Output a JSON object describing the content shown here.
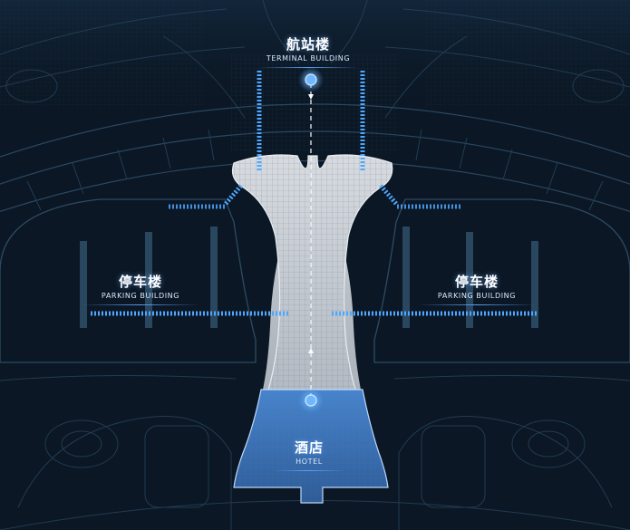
{
  "labels": {
    "terminal": {
      "zh": "航站楼",
      "en": "TERMINAL BUILDING"
    },
    "parking_left": {
      "zh": "停车楼",
      "en": "PARKING BUILDING"
    },
    "parking_right": {
      "zh": "停车楼",
      "en": "PARKING BUILDING"
    },
    "hotel": {
      "zh": "酒店",
      "en": "HOTEL"
    }
  },
  "colors": {
    "background": "#0b1724",
    "line": "#2e4a63",
    "accent": "#4ea6ff",
    "terminal_fill": "#c8cdd3",
    "hotel_fill": "#3b76bd"
  }
}
